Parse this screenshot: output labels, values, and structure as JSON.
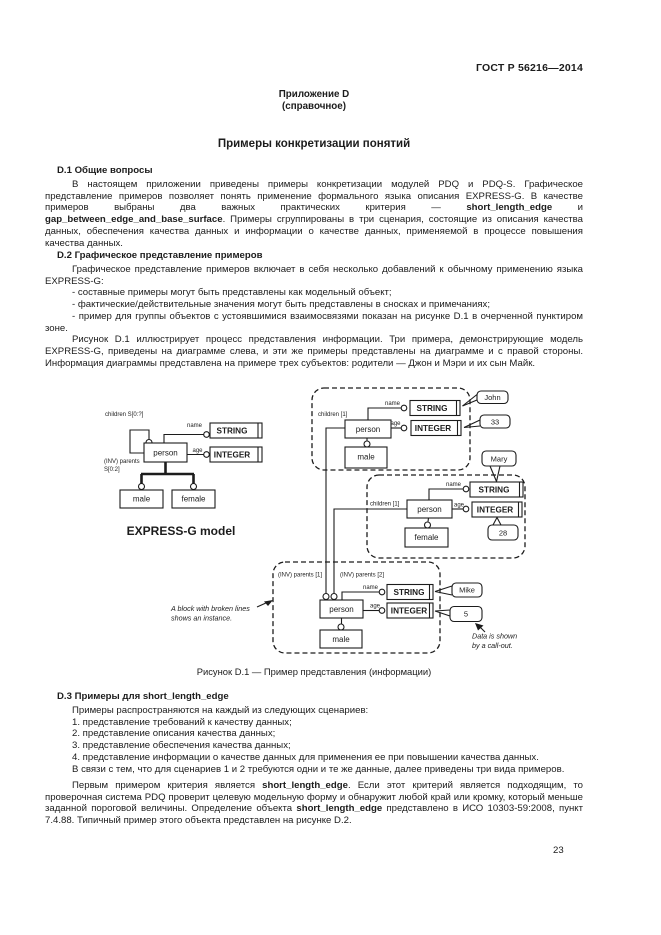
{
  "doc": {
    "header": "ГОСТ Р 56216—2014",
    "page_number": "23"
  },
  "annex": {
    "label": "Приложение D",
    "note": "(справочное)",
    "title": "Примеры конкретизации понятий"
  },
  "d1": {
    "heading": "D.1 Общие вопросы",
    "p1": [
      "В настоящем приложении приведены примеры конкретизации модулей PDQ и PDQ-S. Графическое представление примеров позволяет понять применение формального языка описания EXPRESS-G. В качестве примеров выбраны два важных практических критерия — ",
      "short_length_edge",
      " и ",
      "gap_between_edge_and_base_surface",
      ". Примеры сгруппированы в три сценария, состоящие из описания качества данных, обеспечения качества данных и информации о качестве данных, применяемой в процессе повышения качества данных."
    ]
  },
  "d2": {
    "heading": "D.2 Графическое представление примеров",
    "p1": "Графическое представление примеров включает в себя несколько добавлений к обычному применению языка EXPRESS-G:",
    "items": [
      "- составные примеры могут быть представлены как модельный объект;",
      "- фактические/действительные значения могут быть представлены в сносках и примечаниях;",
      "- пример для группы объектов с устоявшимися взаимосвязями показан на рисунке D.1 в очерченной пунктиром зоне."
    ],
    "p2": "Рисунок D.1 иллюстрирует процесс представления информации. Три примера, демонстрирующие модель EXPRESS-G, приведены на диаграмме слева, и эти же примеры представлены на диаграмме и с правой стороны. Информация диаграммы представлена на примере трех субъектов: родители — Джон и Мэри и их сын Майк."
  },
  "d3": {
    "heading": "D.3 Примеры для short_length_edge",
    "intro": "Примеры распространяются на каждый из следующих сценариев:",
    "items": [
      "1. представление требований к качеству данных;",
      "2. представление описания качества данных;",
      "3. представление обеспечения качества данных;",
      "4. представление информации о качестве данных для применения ее при повышении качества данных."
    ],
    "note": "В связи с тем, что для сценариев 1 и 2 требуются одни и те же данные, далее приведены три вида примеров.",
    "p_final": [
      "Первым примером критерия является ",
      "short_length_edge",
      ". Если этот критерий является подходящим, то проверочная система PDQ проверит целевую модельную форму и обнаружит любой край или кромку, который меньше заданной пороговой величины. Определение объекта ",
      "short_length_edge",
      " представлено в ИСО 10303-59:2008, пункт 7.4.88. Типичный пример этого объекта представлен на рисунке D.2."
    ]
  },
  "fig": {
    "caption": "Рисунок D.1 — Пример представления (информации)",
    "model": {
      "caption": "EXPRESS-G model",
      "children_label": "children S[0:?]",
      "parents_label_1": "(INV) parents",
      "parents_label_2": "S[0:2]",
      "entity": "person",
      "attr_name": "name",
      "attr_age": "age",
      "type_string": "STRING",
      "type_integer": "INTEGER",
      "subtype_male": "male",
      "subtype_female": "female"
    },
    "john": {
      "link_label": "children [1]",
      "entity": "person",
      "attr_name": "name",
      "attr_age": "age",
      "type_string": "STRING",
      "type_integer": "INTEGER",
      "subtype": "male",
      "name_value": "John",
      "age_value": "33"
    },
    "mary": {
      "link_label": "children [1]",
      "entity": "person",
      "attr_name": "name",
      "attr_age": "age",
      "type_string": "STRING",
      "type_integer": "INTEGER",
      "subtype": "female",
      "name_value": "Mary",
      "age_value": "28"
    },
    "mike": {
      "parents_label_1": "(INV) parents [1]",
      "parents_label_2": "(INV) parents [2]",
      "entity": "person",
      "attr_name": "name",
      "attr_age": "age",
      "type_string": "STRING",
      "type_integer": "INTEGER",
      "subtype": "male",
      "name_value": "Mike",
      "age_value": "5"
    },
    "notes": {
      "instance_line1": "A block with broken lines",
      "instance_line2": "shows an instance.",
      "callout_line1": "Data is shown",
      "callout_line2": "by a call-out."
    }
  }
}
